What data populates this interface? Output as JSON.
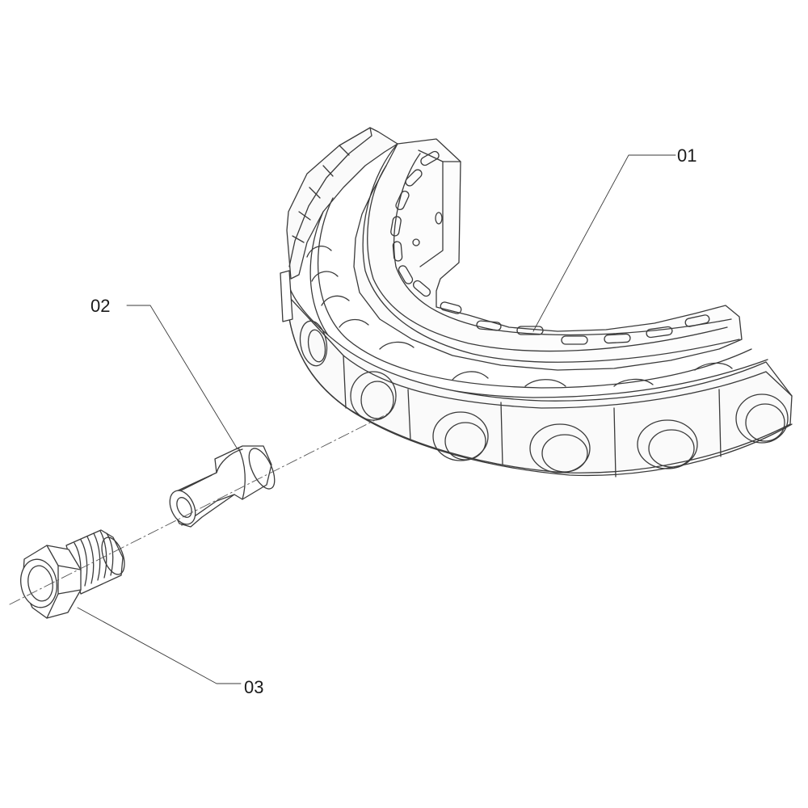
{
  "callouts": {
    "part_01": "01",
    "part_02": "02",
    "part_03": "03"
  }
}
